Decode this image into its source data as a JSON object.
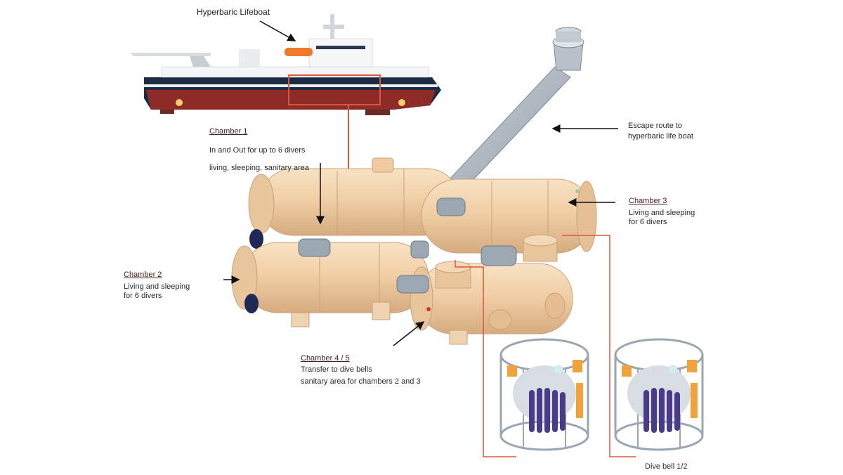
{
  "labels": {
    "lifeboat": "Hyperbaric Lifeboat",
    "escape_line1": "Escape route to",
    "escape_line2": "hyperbaric life boat",
    "chamber1_title": "Chamber 1",
    "chamber1_line1": "In and Out for up to 6 divers",
    "chamber1_line2": "living, sleeping, sanitary area",
    "chamber2_title": "Chamber 2",
    "chamber2_line1": "Living and sleeping",
    "chamber2_line2": "for 6 divers",
    "chamber3_title": "Chamber 3",
    "chamber3_line1": "Living and sleeping",
    "chamber3_line2": "for 6 divers",
    "chamber45_title": "Chamber 4 / 5",
    "chamber45_line1": "Transfer to dive bells",
    "chamber45_line2": "sanitary area for chambers 2 and 3",
    "dive_bell": "Dive bell 1/2"
  },
  "colors": {
    "chamber_fill": "#f1cfa6",
    "chamber_shade": "#ddb489",
    "pipe": "#aab4bc",
    "hull_red": "#8e2b26",
    "hull_navy": "#1d2b44",
    "callout_red": "#d9583a",
    "bell_tank": "#4a3a8a",
    "bell_orange": "#f2a23a"
  }
}
